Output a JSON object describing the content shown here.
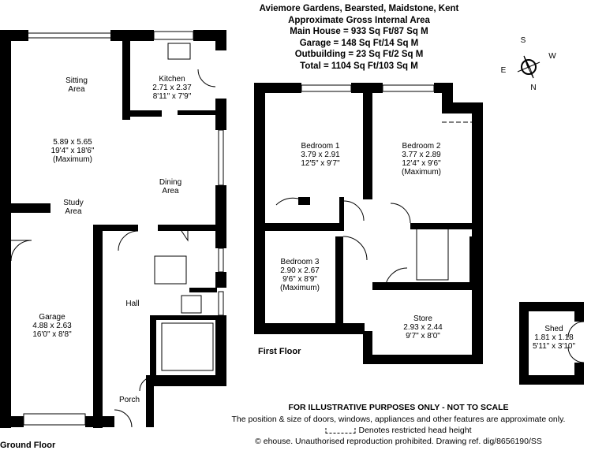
{
  "header": {
    "address": "Aviemore Gardens, Bearsted, Maidstone, Kent",
    "subtitle": "Approximate Gross Internal Area",
    "main_house": "Main House = 933 Sq Ft/87 Sq M",
    "garage": "Garage = 148 Sq Ft/14 Sq M",
    "outbuilding": "Outbuilding = 23 Sq Ft/2 Sq M",
    "total": "Total = 1104 Sq Ft/103 Sq M"
  },
  "compass": {
    "s": "S",
    "w": "W",
    "e": "E",
    "n": "N"
  },
  "rooms": {
    "sitting": {
      "name": "Sitting",
      "name2": "Area",
      "dims_m": "5.89 x 5.65",
      "dims_ft": "19'4\" x 18'6\"",
      "note": "(Maximum)"
    },
    "kitchen": {
      "name": "Kitchen",
      "dims_m": "2.71 x 2.37",
      "dims_ft": "8'11\" x 7'9\""
    },
    "dining": {
      "name": "Dining",
      "name2": "Area"
    },
    "study": {
      "name": "Study",
      "name2": "Area"
    },
    "garage": {
      "name": "Garage",
      "dims_m": "4.88 x 2.63",
      "dims_ft": "16'0\" x 8'8\""
    },
    "hall": {
      "name": "Hall"
    },
    "porch": {
      "name": "Porch"
    },
    "bedroom1": {
      "name": "Bedroom 1",
      "dims_m": "3.79 x 2.91",
      "dims_ft": "12'5\" x 9'7\""
    },
    "bedroom2": {
      "name": "Bedroom 2",
      "dims_m": "3.77 x 2.89",
      "dims_ft": "12'4\" x 9'6\"",
      "note": "(Maximum)"
    },
    "bedroom3": {
      "name": "Bedroom 3",
      "dims_m": "2.90 x 2.67",
      "dims_ft": "9'6\" x 8'9\"",
      "note": "(Maximum)"
    },
    "store": {
      "name": "Store",
      "dims_m": "2.93 x 2.44",
      "dims_ft": "9'7\" x 8'0\""
    },
    "shed": {
      "name": "Shed",
      "dims_m": "1.81 x 1.18",
      "dims_ft": "5'11\" x 3'10\""
    }
  },
  "floors": {
    "ground": "Ground Floor",
    "first": "First Floor"
  },
  "footer": {
    "disclaimer": "FOR ILLUSTRATIVE PURPOSES ONLY - NOT TO SCALE",
    "note": "The position & size of doors, windows, appliances and other features are approximate only.",
    "legend": "Denotes restricted head height",
    "copyright": "© ehouse. Unauthorised reproduction prohibited. Drawing ref. dig/8656190/SS"
  }
}
